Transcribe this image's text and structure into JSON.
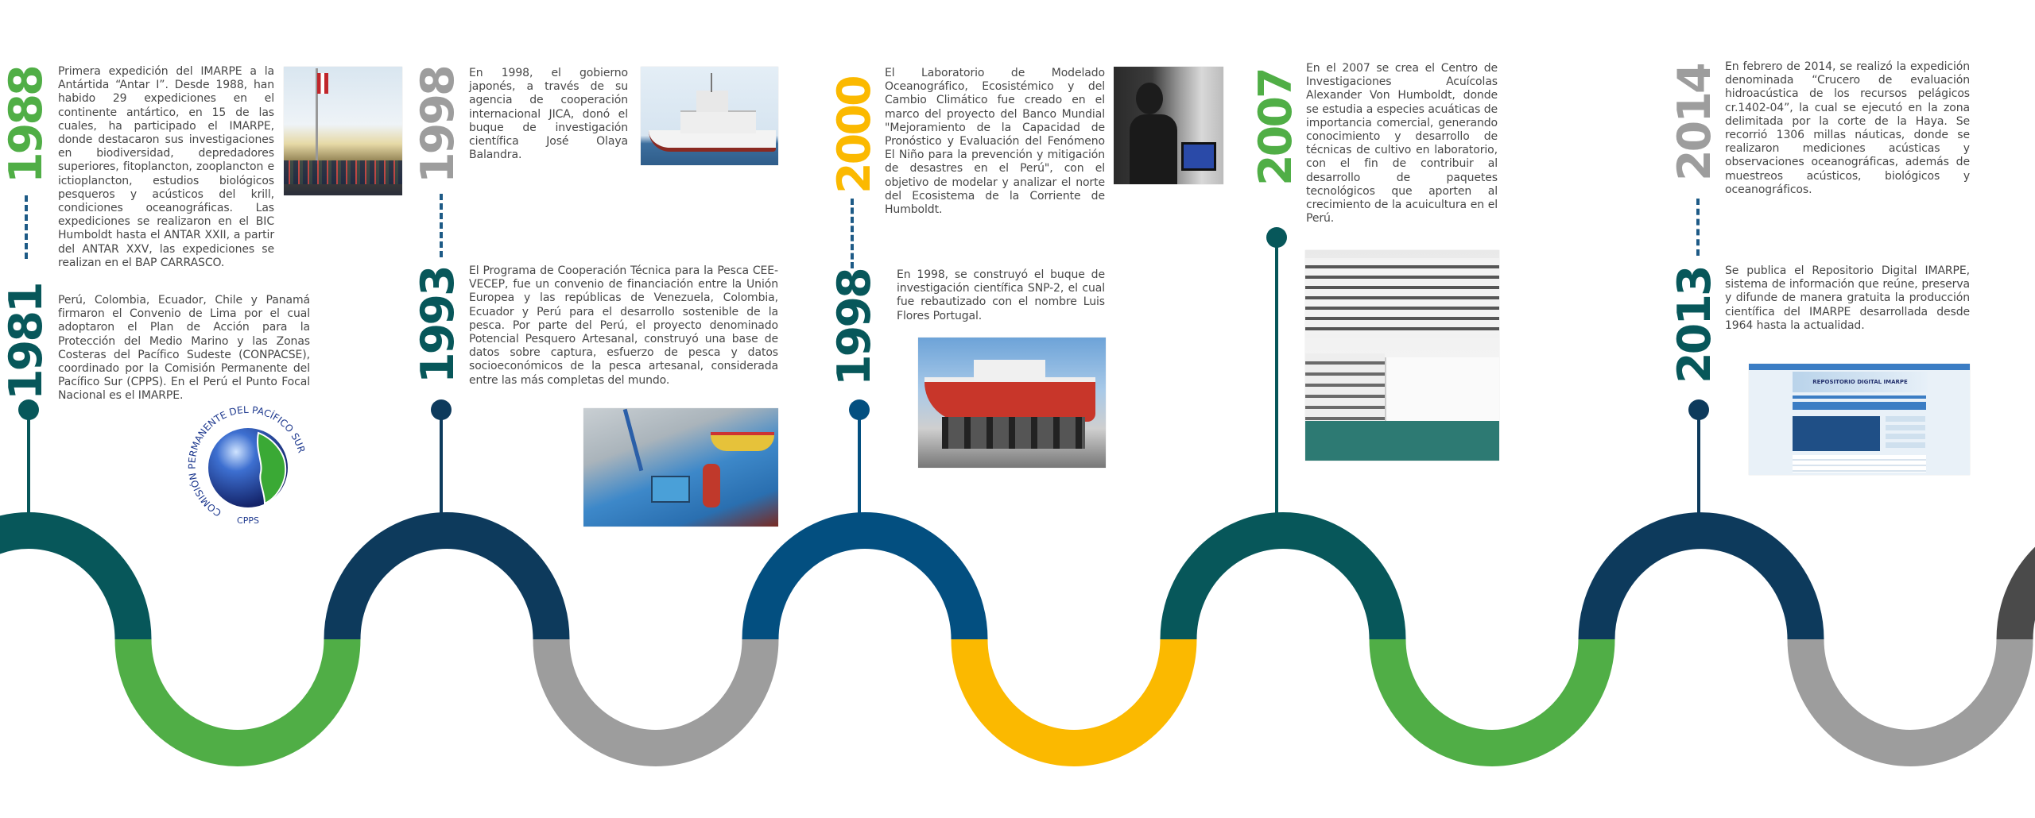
{
  "colors": {
    "teal": "#07575a",
    "navy": "#0d3a5c",
    "blue": "#034f80",
    "green": "#50ae46",
    "gray": "#9d9d9d",
    "yellow": "#fbb900",
    "dark": "#4a4a4a",
    "dash": "#1d5a86"
  },
  "wave": {
    "top_colors": [
      "#07575a",
      "#0d3a5c",
      "#034f80",
      "#07575a",
      "#0d3a5c",
      "#4a4a4a"
    ],
    "bottom_colors": [
      "#50ae46",
      "#9d9d9d",
      "#fbb900",
      "#50ae46",
      "#9d9d9d"
    ]
  },
  "events": {
    "e1988": {
      "year": "1988",
      "text": "Primera expedición del IMARPE a la Antártida “Antar I”. Desde 1988, han habido 29 expediciones en el continente antártico, en 15 de las cuales, ha participado el IMARPE, donde destacaron sus investigaciones en biodiversidad, depredadores superiores, fitoplancton, zooplancton e ictioplancton, estudios biológicos pesqueros y acústicos del krill, condiciones oceanográficas. Las expediciones se realizaron en el BIC Humboldt hasta el ANTAR XXII, a partir del ANTAR XXV, las expediciones se realizan en el BAP CARRASCO."
    },
    "e1981": {
      "year": "1981",
      "text": "Perú, Colombia, Ecuador, Chile y Panamá firmaron el Convenio de Lima por el cual adoptaron el Plan de Acción para la Protección del Medio Marino y las Zonas Costeras del Pacífico Sudeste (CONPACSE), coordinado por la Comisión Permanente del Pacífico Sur (CPPS). En el Perú el Punto Focal Nacional es el IMARPE.",
      "logo_text": "COMISIÓN PERMANENTE DEL PACÍFICO SUR",
      "logo_abbr": "CPPS"
    },
    "e1998a": {
      "year": "1998",
      "text": "En 1998, el gobierno japonés, a través de su agencia de cooperación internacional JICA, donó el buque de investigación científica José Olaya Balandra."
    },
    "e1993": {
      "year": "1993",
      "text": "El Programa de Cooperación Técnica para la Pesca CEE-VECEP, fue un convenio de financiación entre la Unión Europea y las repúblicas de Venezuela, Colombia, Ecuador y Perú para el desarrollo sostenible de la pesca. Por parte del Perú, el proyecto denominado Potencial Pesquero Artesanal, construyó una base de datos sobre captura, esfuerzo de pesca y datos socioeconómicos de la pesca artesanal, considerada entre las más completas del mundo."
    },
    "e2000": {
      "year": "2000",
      "text": "El Laboratorio de Modelado Oceanográfico, Ecosistémico y del Cambio Climático fue creado en el marco del proyecto del Banco Mundial \"Mejoramiento de la Capacidad de Pronóstico y Evaluación del Fenómeno El Niño para la prevención y mitigación de desastres en el Perú\", con el objetivo de modelar y analizar el norte del Ecosistema de la Corriente de Humboldt."
    },
    "e1998b": {
      "year": "1998",
      "text": "En 1998, se construyó el buque de investigación científica SNP-2, el cual fue rebautizado con el nombre Luis Flores Portugal."
    },
    "e2007": {
      "year": "2007",
      "text": "En el 2007 se crea el Centro de Investigaciones Acuícolas Alexander Von Humboldt, donde se estudia a especies acuáticas de importancia comercial, generando conocimiento y desarrollo de técnicas de cultivo en laboratorio, con el fin de contribuir al desarrollo de paquetes tecnológicos que aporten al crecimiento de la acuicultura en el Perú."
    },
    "e2014": {
      "year": "2014",
      "text": "En febrero de 2014, se realizó la expedición denominada “Crucero de evaluación hidroacústica de los recursos pelágicos cr.1402-04”, la cual se ejecutó en la zona delimitada por la corte de la Haya. Se recorrió 1306 millas náuticas, donde se realizaron mediciones acústicas y observaciones oceanográficas, además de muestreos acústicos, biológicos y oceanográficos."
    },
    "e2013": {
      "year": "2013",
      "text": "Se publica el Repositorio Digital IMARPE, sistema de información que reúne, preserva y difunde de manera gratuita la producción científica del IMARPE desarrollada desde 1964 hasta la actualidad.",
      "screenshot_banner": "REPOSITORIO DIGITAL IMARPE"
    }
  }
}
